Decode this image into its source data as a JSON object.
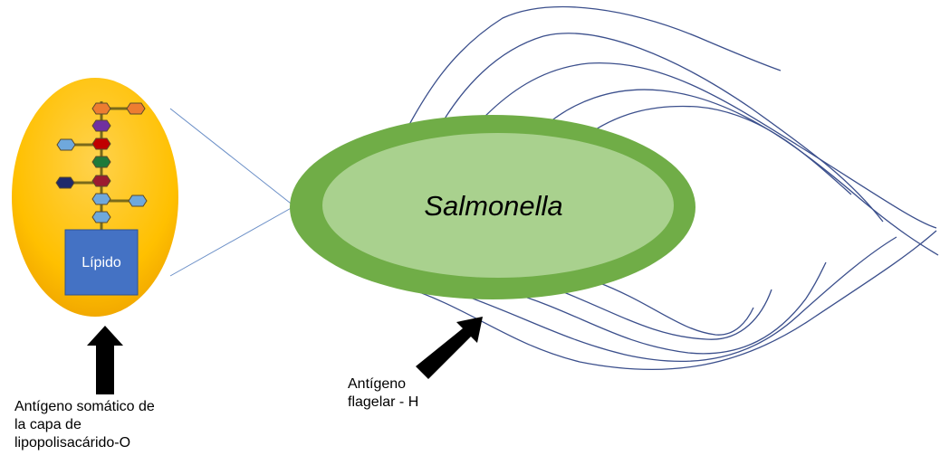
{
  "diagram": {
    "bacterium_label": "Salmonella",
    "lipid_label": "Lípido",
    "o_antigen_caption": [
      "Antígeno somático de",
      "la capa de",
      "lipopolisacárido-O"
    ],
    "h_antigen_caption": [
      "Antígeno",
      "flagelar - H"
    ]
  },
  "colors": {
    "cell_yellow": "#FFC000",
    "lipid_blue": "#4472C4",
    "bacterium_outer": "#70AD47",
    "bacterium_inner": "#A9D18E",
    "flagella": "#3B4F8C",
    "arrow": "#000000",
    "sugars": [
      "#ED7D31",
      "#7030A0",
      "#C00000",
      "#1F7A3A",
      "#9B1B30",
      "#6FA8DC",
      "#1F2A6B"
    ]
  }
}
